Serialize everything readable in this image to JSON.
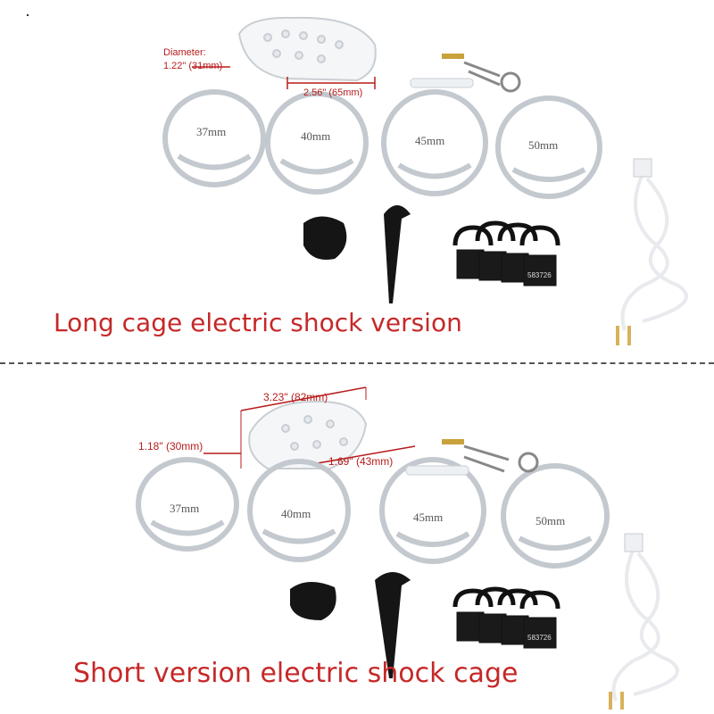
{
  "top": {
    "caption": "Long cage electric shock version",
    "diameter_label": "Diameter:",
    "diameter_value": "1.22\"  (31mm)",
    "length_value": "2.56\"  (65mm)",
    "ring_sizes": [
      "37mm",
      "40mm",
      "45mm",
      "50mm"
    ],
    "lock_code": "583726"
  },
  "bottom": {
    "caption": "Short version electric shock cage",
    "diameter_value": "1.18\"   (30mm)",
    "length_value": "3.23\"   (82mm)",
    "inner_value": "1.69\"  (43mm)",
    "ring_sizes": [
      "37mm",
      "40mm",
      "45mm",
      "50mm"
    ],
    "lock_code": "583726"
  },
  "colors": {
    "caption": "#c62828",
    "dimension": "#b71c1c",
    "divider": "#555555"
  }
}
